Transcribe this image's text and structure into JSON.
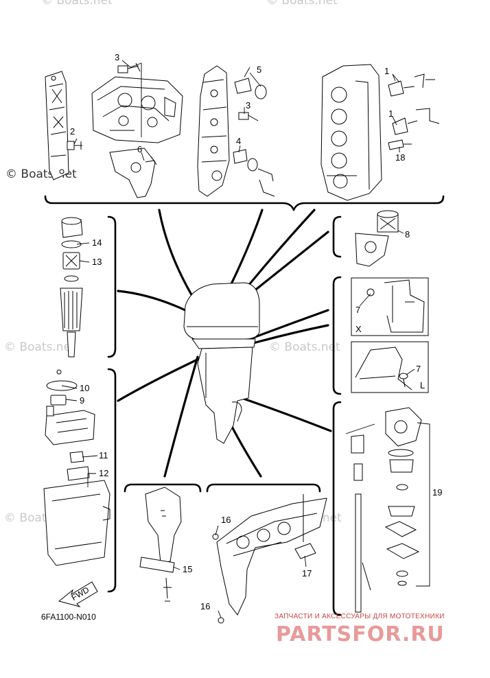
{
  "watermarks": {
    "copyright": "© Boats.net",
    "boats": "© Boats.net"
  },
  "callouts": {
    "c1a": "1",
    "c1b": "1",
    "c2": "2",
    "c3a": "3",
    "c3b": "3",
    "c4": "4",
    "c5": "5",
    "c6": "6",
    "c7a": "7",
    "c7b": "7",
    "c8": "8",
    "c9": "9",
    "c10": "10",
    "c11": "11",
    "c12": "12",
    "c13": "13",
    "c14": "14",
    "c15": "15",
    "c16a": "16",
    "c16b": "16",
    "c17": "17",
    "c18": "18",
    "c19": "19"
  },
  "views": {
    "x": "X",
    "l": "L"
  },
  "fwd_label": "FWD",
  "diagram_code": "6FA1100-N010",
  "brand": {
    "tagline": "ЗАПЧАСТИ И АКСЕССУАРЫ ДЛЯ МОТОТЕХНИКИ",
    "logo": "PARTSFOR.RU"
  }
}
